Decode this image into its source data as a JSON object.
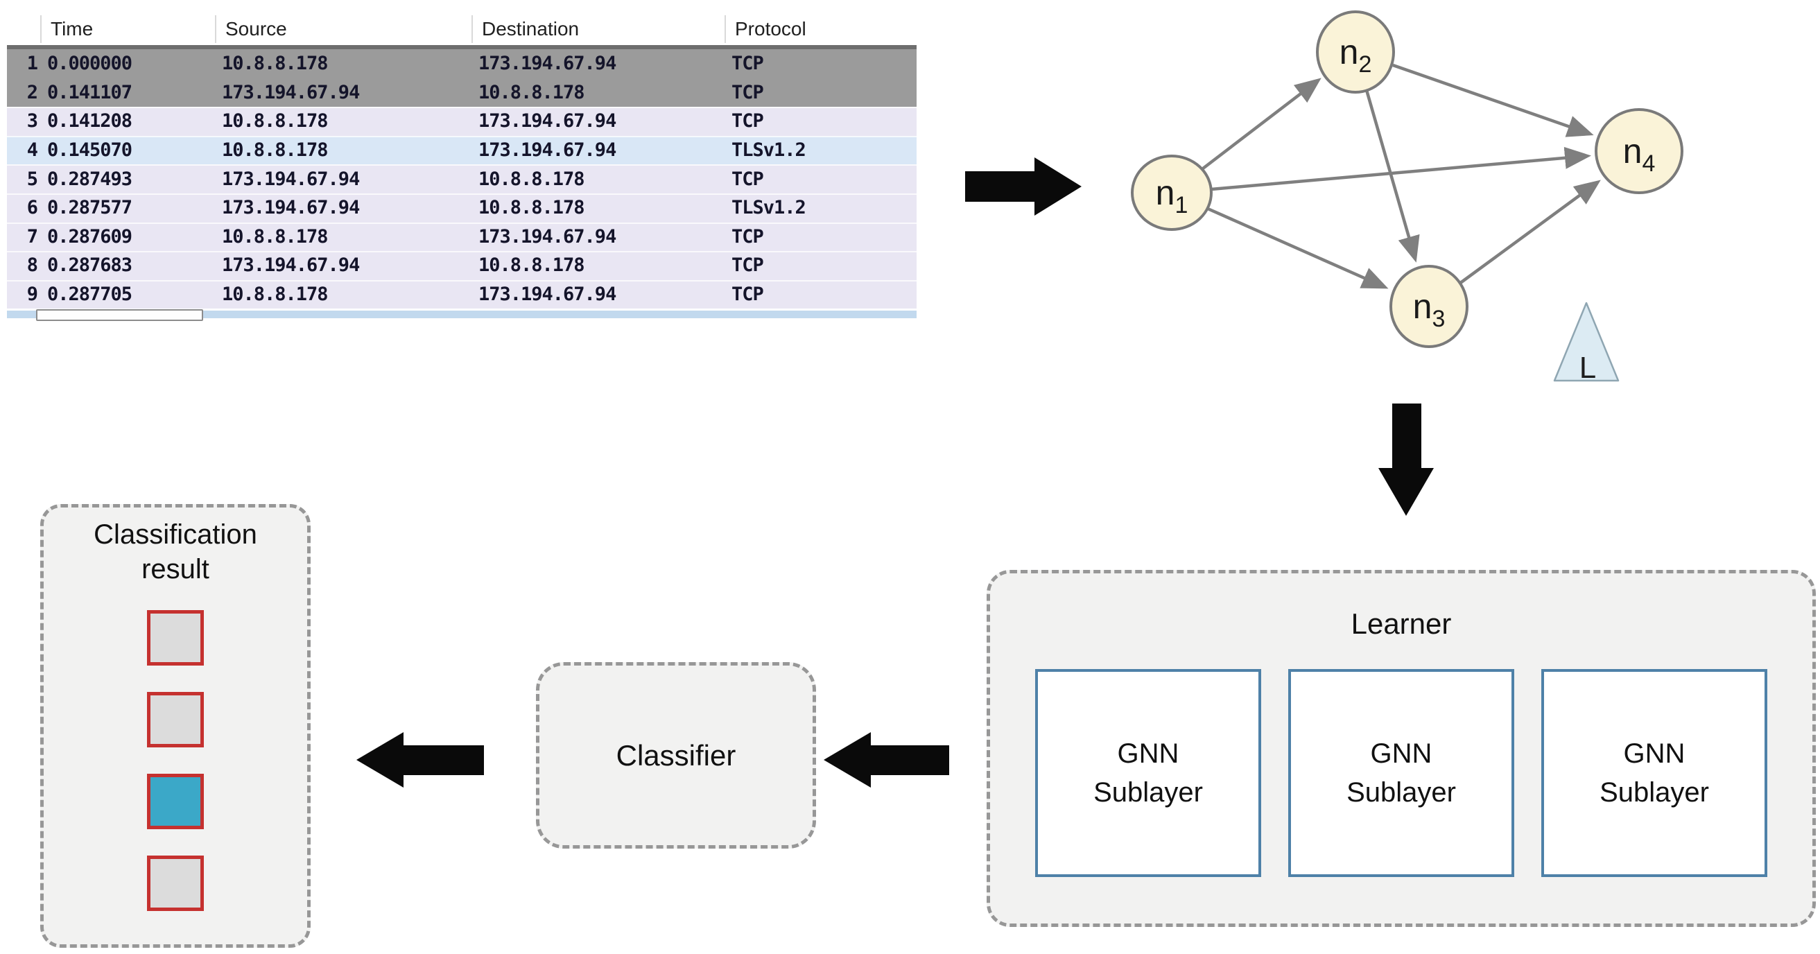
{
  "packet_table": {
    "columns": [
      "Time",
      "Source",
      "Destination",
      "Protocol"
    ],
    "rows": [
      {
        "no": "1",
        "time": "0.000000",
        "source": "10.8.8.178",
        "destination": "173.194.67.94",
        "protocol": "TCP",
        "state": "selected"
      },
      {
        "no": "2",
        "time": "0.141107",
        "source": "173.194.67.94",
        "destination": "10.8.8.178",
        "protocol": "TCP",
        "state": "selected"
      },
      {
        "no": "3",
        "time": "0.141208",
        "source": "10.8.8.178",
        "destination": "173.194.67.94",
        "protocol": "TCP",
        "state": "normal"
      },
      {
        "no": "4",
        "time": "0.145070",
        "source": "10.8.8.178",
        "destination": "173.194.67.94",
        "protocol": "TLSv1.2",
        "state": "highlight-blue"
      },
      {
        "no": "5",
        "time": "0.287493",
        "source": "173.194.67.94",
        "destination": "10.8.8.178",
        "protocol": "TCP",
        "state": "normal"
      },
      {
        "no": "6",
        "time": "0.287577",
        "source": "173.194.67.94",
        "destination": "10.8.8.178",
        "protocol": "TLSv1.2",
        "state": "normal"
      },
      {
        "no": "7",
        "time": "0.287609",
        "source": "10.8.8.178",
        "destination": "173.194.67.94",
        "protocol": "TCP",
        "state": "normal"
      },
      {
        "no": "8",
        "time": "0.287683",
        "source": "173.194.67.94",
        "destination": "10.8.8.178",
        "protocol": "TCP",
        "state": "normal"
      },
      {
        "no": "9",
        "time": "0.287705",
        "source": "10.8.8.178",
        "destination": "173.194.67.94",
        "protocol": "TCP",
        "state": "normal"
      }
    ]
  },
  "graph": {
    "nodes": [
      {
        "id": "n1",
        "label": "n",
        "sub": "1"
      },
      {
        "id": "n2",
        "label": "n",
        "sub": "2"
      },
      {
        "id": "n3",
        "label": "n",
        "sub": "3"
      },
      {
        "id": "n4",
        "label": "n",
        "sub": "4"
      }
    ],
    "edges": [
      "n1→n2",
      "n1→n4",
      "n1→n3",
      "n2→n4",
      "n2→n3",
      "n3→n4"
    ],
    "legend_label": "L"
  },
  "learner": {
    "title": "Learner",
    "sublayers": [
      "GNN Sublayer",
      "GNN Sublayer",
      "GNN Sublayer"
    ]
  },
  "classifier": {
    "label": "Classifier"
  },
  "classification": {
    "title": "Classification result",
    "cells": [
      {
        "state": "inactive"
      },
      {
        "state": "inactive"
      },
      {
        "state": "active"
      },
      {
        "state": "inactive"
      }
    ]
  },
  "colors": {
    "node_fill": "#faf3d8",
    "node_border": "#7a7a7a",
    "edge_gray": "#7f7f7f",
    "row_selected": "#9b9b9b",
    "row_lavender": "#e9e6f3",
    "row_tls_blue": "#d9e7f6",
    "scrollbar_blue": "#c2d9ee",
    "gnn_border_blue": "#4e81a8",
    "result_active_teal": "#3ba8c8",
    "result_border_red": "#c5312f",
    "triangle_fill": "#dcebf3",
    "block_arrow": "#0a0a0a",
    "dashed_box_fill": "#f2f2f1"
  }
}
